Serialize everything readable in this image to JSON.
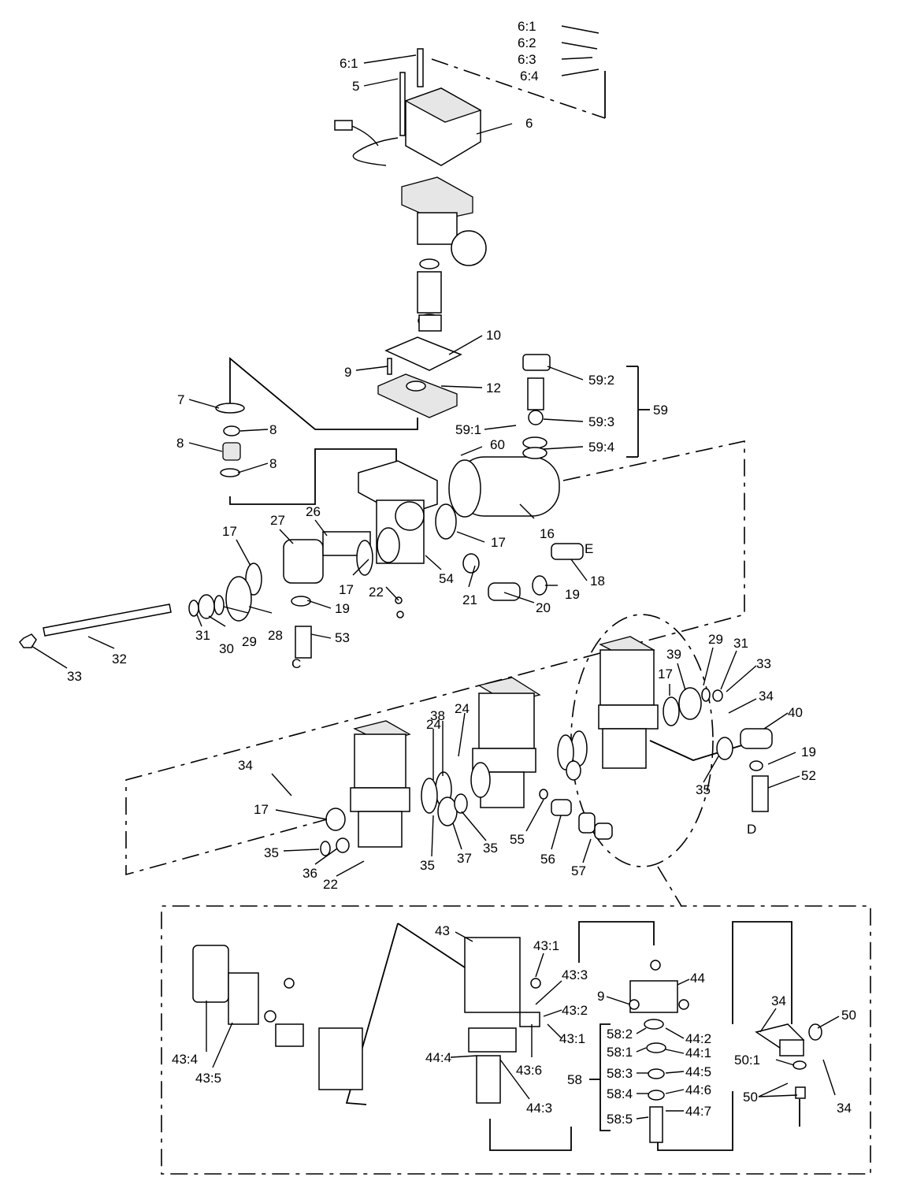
{
  "colors": {
    "line": "#000000",
    "background": "#ffffff",
    "shade": "#e6e6e6"
  },
  "callouts": {
    "c_6_1a": "6:1",
    "c_6_2": "6:2",
    "c_6_3": "6:3",
    "c_6_4": "6:4",
    "c_6_1b": "6:1",
    "c_5": "5",
    "c_6": "6",
    "c_10": "10",
    "c_9a": "9",
    "c_12": "12",
    "c_7": "7",
    "c_8a": "8",
    "c_8b": "8",
    "c_8c": "8",
    "c_59_2": "59:2",
    "c_59": "59",
    "c_59_1": "59:1",
    "c_59_3": "59:3",
    "c_59_4": "59:4",
    "c_60": "60",
    "c_27": "27",
    "c_26": "26",
    "c_17a": "17",
    "c_17b": "17",
    "c_17c": "17",
    "c_16": "16",
    "c_E": "E",
    "c_18": "18",
    "c_54": "54",
    "c_22a": "22",
    "c_21": "21",
    "c_20": "20",
    "c_19a": "19",
    "c_19b": "19",
    "c_53": "53",
    "c_C": "C",
    "c_31a": "31",
    "c_30": "30",
    "c_29a": "29",
    "c_28": "28",
    "c_32": "32",
    "c_33a": "33",
    "c_39": "39",
    "c_29b": "29",
    "c_31b": "31",
    "c_33b": "33",
    "c_17d": "17",
    "c_34a": "34",
    "c_40": "40",
    "c_19c": "19",
    "c_52": "52",
    "c_35a": "35",
    "c_D": "D",
    "c_24a": "24",
    "c_38": "38",
    "c_24b": "24",
    "c_34b": "34",
    "c_17e": "17",
    "c_35b": "35",
    "c_36": "36",
    "c_22b": "22",
    "c_35c": "35",
    "c_37": "37",
    "c_35d": "35",
    "c_55": "55",
    "c_56": "56",
    "c_57": "57",
    "c_43": "43",
    "c_43_1a": "43:1",
    "c_43_3": "43:3",
    "c_43_2": "43:2",
    "c_43_1b": "43:1",
    "c_43_6": "43:6",
    "c_44_4": "44:4",
    "c_44_3": "44:3",
    "c_43_4": "43:4",
    "c_43_5": "43:5",
    "c_9b": "9",
    "c_44": "44",
    "c_58_2": "58:2",
    "c_58_1": "58:1",
    "c_58_3": "58:3",
    "c_58_4": "58:4",
    "c_58_5": "58:5",
    "c_58": "58",
    "c_44_2": "44:2",
    "c_44_1": "44:1",
    "c_44_5": "44:5",
    "c_44_6": "44:6",
    "c_44_7": "44:7",
    "c_34c": "34",
    "c_50a": "50",
    "c_50_1": "50:1",
    "c_50b": "50",
    "c_34d": "34"
  }
}
